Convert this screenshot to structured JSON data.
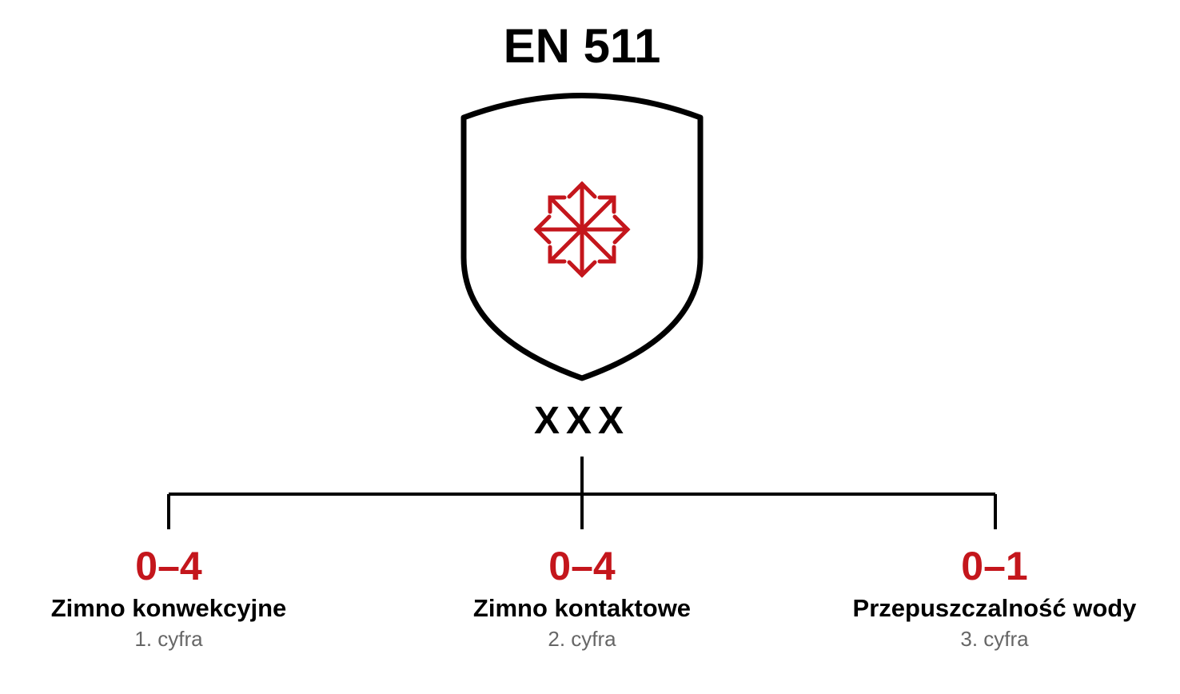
{
  "title": "EN 511",
  "code": "XXX",
  "colors": {
    "accent": "#c4161c",
    "outline": "#000000",
    "muted": "#666666"
  },
  "icons": {
    "emblem": "shield-icon",
    "symbol": "snowflake-icon"
  },
  "digits": [
    {
      "range": "0–4",
      "label": "Zimno konwekcyjne",
      "position": "1. cyfra"
    },
    {
      "range": "0–4",
      "label": "Zimno kontaktowe",
      "position": "2. cyfra"
    },
    {
      "range": "0–1",
      "label": "Przepuszczalność wody",
      "position": "3. cyfra"
    }
  ]
}
